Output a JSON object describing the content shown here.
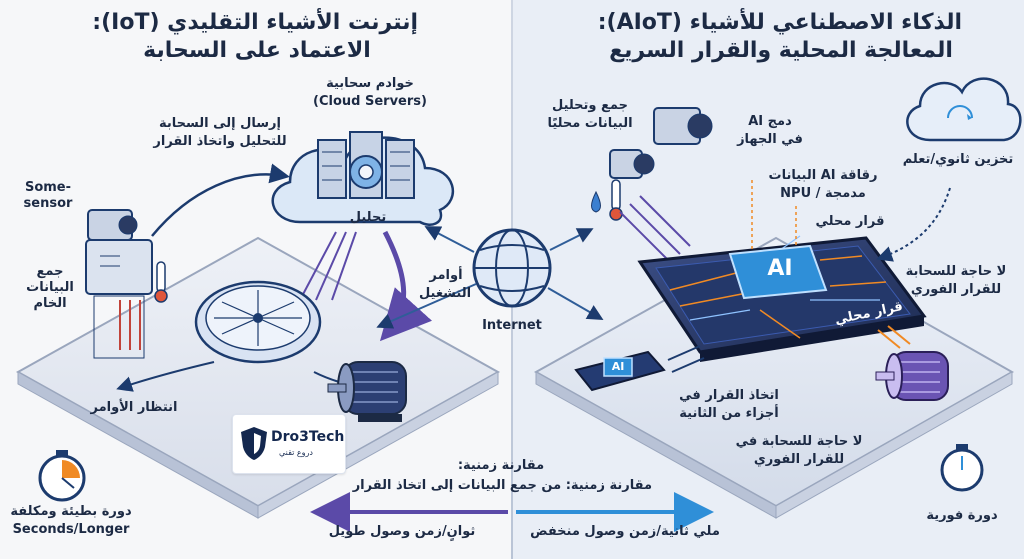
{
  "left": {
    "title_line1": "إنترنت الأشياء التقليدي (IoT):",
    "title_line2": "الاعتماد على السحابة",
    "cloud_servers_ar": "خوادم سحابية",
    "cloud_servers_en": "(Cloud Servers)",
    "send_to_cloud_1": "إرسال إلى السحابة",
    "send_to_cloud_2": "للتحليل واتخاذ القرار",
    "sensor_1": "Some-",
    "sensor_2": "sensor",
    "collect_raw_1": "جمع",
    "collect_raw_2": "البيانات",
    "collect_raw_3": "الخام",
    "analysis": "تحليل",
    "commands_1": "أوامر",
    "commands_2": "التشغيل",
    "wait_commands": "انتظار الأوامر",
    "cycle_1": "دورة بطيئة ومكلفة",
    "cycle_2": "Seconds/Longer",
    "latency": "ثوانٍ/زمن وصول طويل"
  },
  "center": {
    "internet": "Internet",
    "compare_1": "مقارنة زمنية:",
    "compare_2": "مقارنة زمنية: من جمع البيانات إلى اتخاذ القرار"
  },
  "right": {
    "title_line1": "الذكاء الاصطناعي للأشياء (AIoT):",
    "title_line2": "المعالجة المحلية والقرار السريع",
    "collect_local_1": "جمع وتحليل",
    "collect_local_2": "البيانات محليًا",
    "ai_merge_1": "دمج AI",
    "ai_merge_2": "في الجهاز",
    "chip_1": "رقاقة AI البيانات",
    "chip_2": "مدمجة / NPU",
    "local_decision": "قرار محلي",
    "storage": "تخزين ثانوي/تعلم",
    "no_cloud_1": "لا حاجة للسحابة",
    "no_cloud_2": "للقرار الفوري",
    "decide_1": "اتخاذ القرار في",
    "decide_2": "أجزاء من الثانية",
    "no_cloud_b1": "لا حاجة للسحابة في",
    "no_cloud_b2": "للقرار الفوري",
    "chip_label": "AI",
    "board_decision": "قرار محلي",
    "small_chip": "AI",
    "fast_cycle": "دورة فورية",
    "latency": "ملي ثانية/زمن وصول منخفض"
  },
  "logo": {
    "name": "Dro3Tech",
    "sub": "دروع تقني"
  },
  "colors": {
    "navy": "#1c2a44",
    "purple": "#5b4aa8",
    "blue": "#2f8fd8",
    "orange": "#f08a24"
  }
}
